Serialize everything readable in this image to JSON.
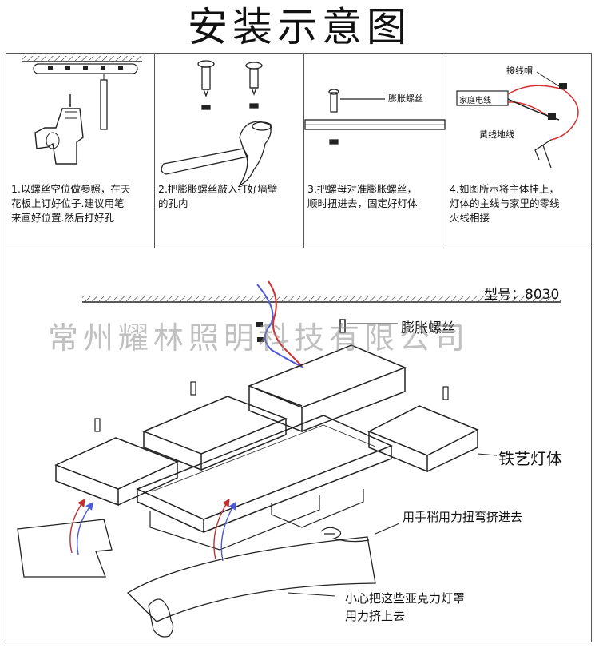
{
  "title": "安装示意图",
  "steps": [
    {
      "caption_lines": [
        "1.以螺丝空位做参照，在天",
        "花板上订好位子.建议用笔",
        "来画好位置.然后打好孔"
      ]
    },
    {
      "caption_lines": [
        "2.把膨胀螺丝敲入打好墙壁",
        "的孔内"
      ]
    },
    {
      "caption_lines": [
        "3.把螺母对准膨胀螺丝，",
        "顺时扭进去，固定好灯体"
      ]
    },
    {
      "caption_lines": [
        "4.如图所示将主体挂上，",
        "灯体的主线与家里的零线",
        "火线相接"
      ]
    }
  ],
  "step3_label": "膨胀螺丝",
  "step4_labels": {
    "cap": "接线帽",
    "home_wire": "家庭电线",
    "ground": "黄线地线"
  },
  "main": {
    "model": "型号：8030",
    "expansion_screw": "膨胀螺丝",
    "body_label": "铁艺灯体",
    "instr1": "用手稍用力扭弯挤进去",
    "instr2_lines": [
      "小心把这些亚克力灯罩",
      "用力挤上去"
    ]
  },
  "watermark": "常州耀林照明科技有限公司",
  "colors": {
    "live_wire": "#d23030",
    "neutral_wire": "#4a5ad8",
    "line": "#222222"
  }
}
